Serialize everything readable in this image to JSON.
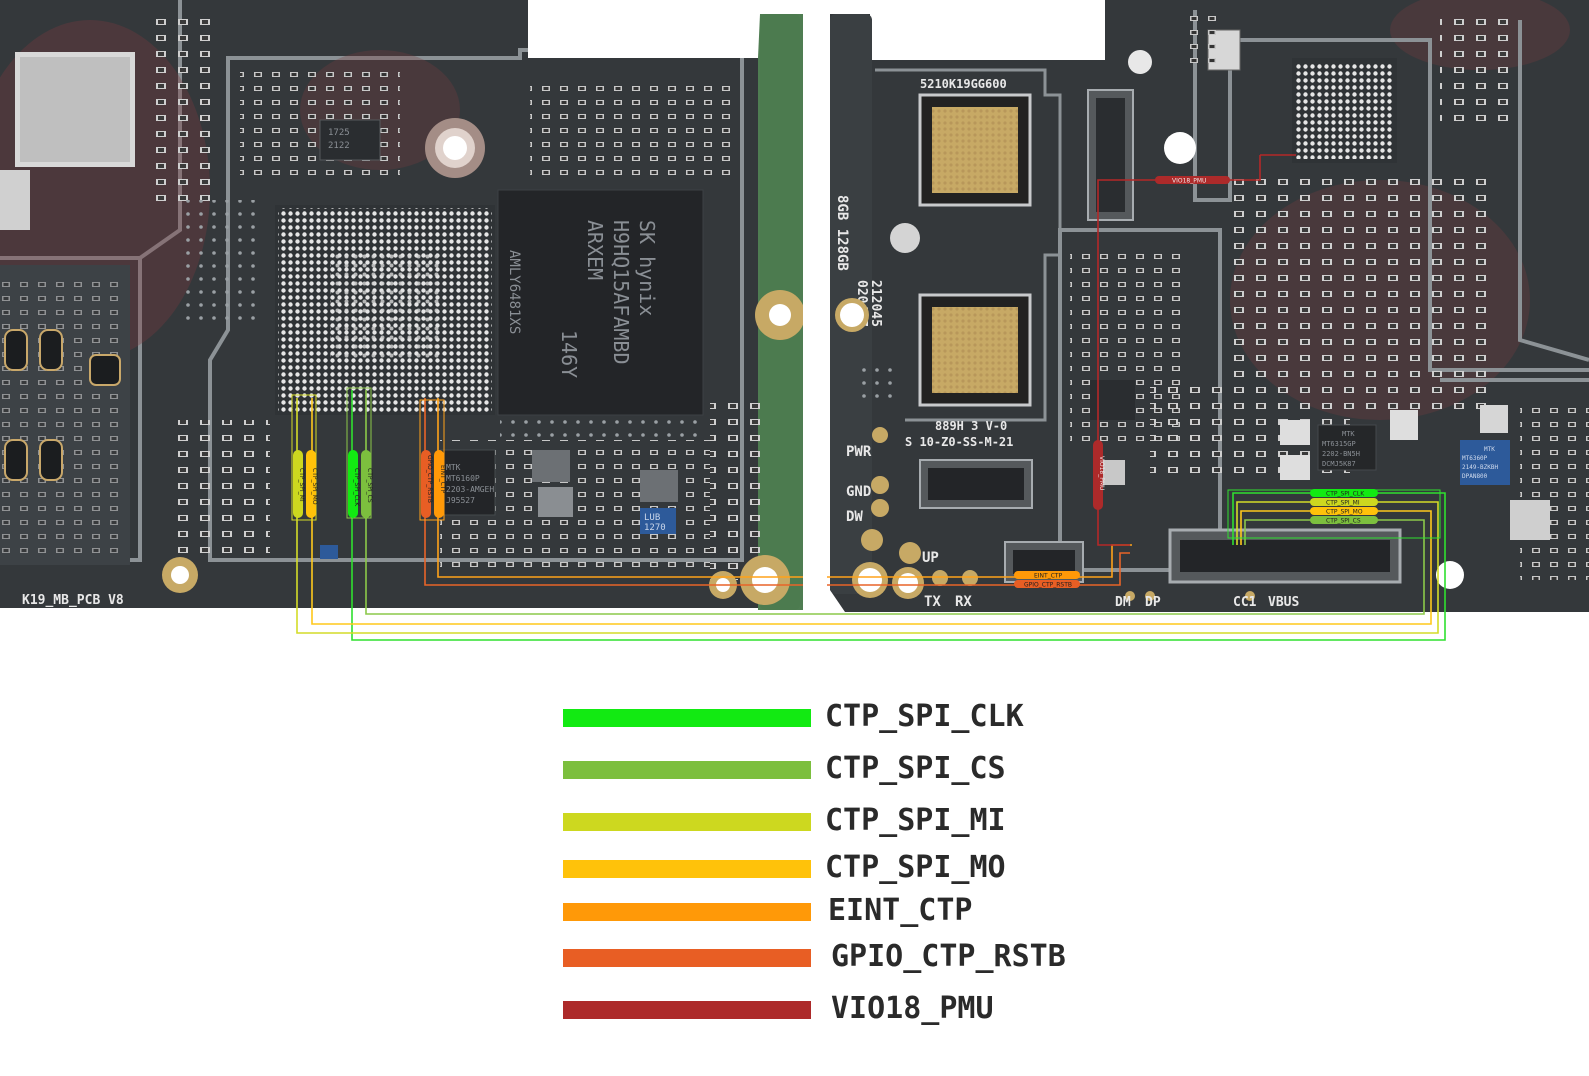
{
  "board": {
    "pcb_label": "K19_MB_PCB V8",
    "chip_markings": {
      "ram_chip": [
        "SK hynix",
        "H9HQ15AFAMBD",
        "ARXEM",
        "146Y"
      ],
      "ram_chip_side": "AMLY6481XS",
      "soc_chip": [
        "1725",
        "2122"
      ],
      "pmic_chip": [
        "MTK",
        "MT6315GP",
        "2202-BN5H",
        "DCMJ5K87"
      ],
      "pmic_chip_right": [
        "MTK",
        "MT6360P",
        "2149-BZKBH",
        "DPAN800"
      ],
      "small_chip": [
        "MTK",
        "MT6160P",
        "2203-AMGEH",
        "J95527"
      ],
      "lub_chip": [
        "LUB",
        "1270"
      ],
      "right_panel_text": [
        "5210K19GG600",
        "8GB 128GB",
        "212045",
        "020427",
        "889H 3 V-0",
        "S 10-Z0-SS-M-21"
      ]
    },
    "silk_labels": {
      "pwr": "PWR",
      "gnd": "GND",
      "dw": "DW",
      "up": "UP",
      "tx": "TX",
      "rx": "RX",
      "dm": "DM",
      "dp": "DP",
      "cc1": "CC1",
      "vbus": "VBUS"
    },
    "net_tags": {
      "left_yellow_1": "CTP_SPI_MI",
      "left_yellow_2": "CTP_SPI_MO",
      "left_green_1": "CTP_SPI_CLK",
      "left_green_2": "CTP_SPI_CS",
      "left_orange_1": "GPIO_CTP_RSTB",
      "left_orange_2": "EINT_CTP",
      "connector_clk": "CTP_SPI_CLK",
      "connector_mi": "CTP_SPI_MI",
      "connector_mo": "CTP_SPI_MO",
      "connector_cs": "CTP_SPI_CS",
      "mid_eint": "EINT_CTP",
      "mid_rstb": "GPIO_CTP_RSTB",
      "vio_top": "VIO18_PMU",
      "vio_side": "VIO18_PMU"
    }
  },
  "legend": [
    {
      "label": "CTP_SPI_CLK",
      "color": "#12ea12"
    },
    {
      "label": "CTP_SPI_CS",
      "color": "#7cbf3e"
    },
    {
      "label": "CTP_SPI_MI",
      "color": "#cdd81f"
    },
    {
      "label": "CTP_SPI_MO",
      "color": "#ffc20a"
    },
    {
      "label": "EINT_CTP",
      "color": "#ff9908"
    },
    {
      "label": "GPIO_CTP_RSTB",
      "color": "#e85e24"
    },
    {
      "label": "VIO18_PMU",
      "color": "#ad2a2a"
    }
  ]
}
